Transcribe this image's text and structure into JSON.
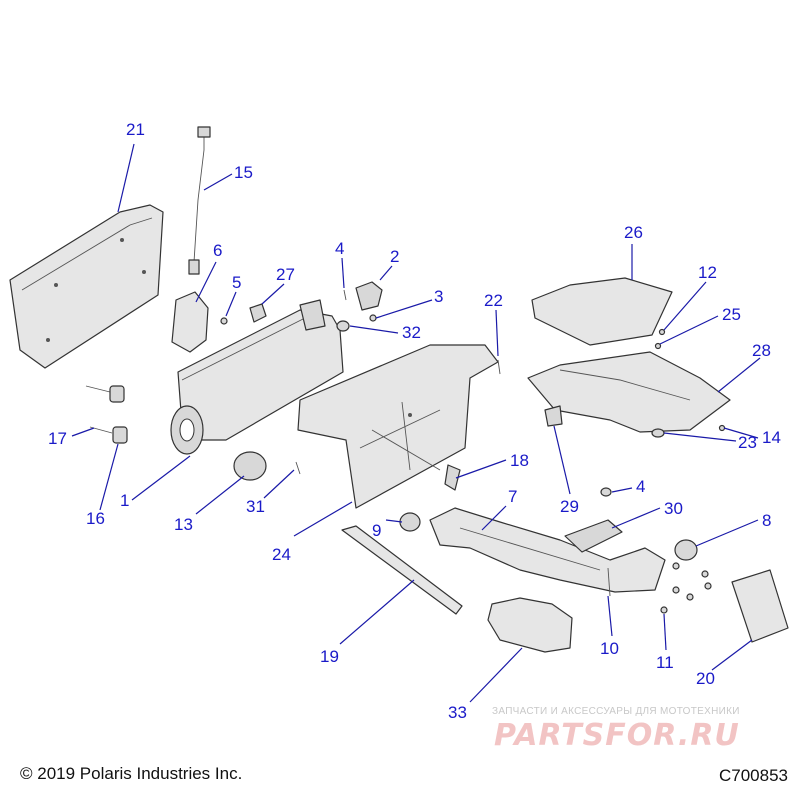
{
  "diagram": {
    "callouts": [
      {
        "id": "c21",
        "label": "21"
      },
      {
        "id": "c15",
        "label": "15"
      },
      {
        "id": "c6",
        "label": "6"
      },
      {
        "id": "c5",
        "label": "5"
      },
      {
        "id": "c27",
        "label": "27"
      },
      {
        "id": "c4a",
        "label": "4"
      },
      {
        "id": "c2",
        "label": "2"
      },
      {
        "id": "c3",
        "label": "3"
      },
      {
        "id": "c32",
        "label": "32"
      },
      {
        "id": "c22",
        "label": "22"
      },
      {
        "id": "c26",
        "label": "26"
      },
      {
        "id": "c12",
        "label": "12"
      },
      {
        "id": "c25",
        "label": "25"
      },
      {
        "id": "c28",
        "label": "28"
      },
      {
        "id": "c14",
        "label": "14"
      },
      {
        "id": "c23",
        "label": "23"
      },
      {
        "id": "c4b",
        "label": "4"
      },
      {
        "id": "c29",
        "label": "29"
      },
      {
        "id": "c30",
        "label": "30"
      },
      {
        "id": "c8",
        "label": "8"
      },
      {
        "id": "c17",
        "label": "17"
      },
      {
        "id": "c16",
        "label": "16"
      },
      {
        "id": "c1",
        "label": "1"
      },
      {
        "id": "c13",
        "label": "13"
      },
      {
        "id": "c31",
        "label": "31"
      },
      {
        "id": "c24",
        "label": "24"
      },
      {
        "id": "c18",
        "label": "18"
      },
      {
        "id": "c9",
        "label": "9"
      },
      {
        "id": "c7",
        "label": "7"
      },
      {
        "id": "c19",
        "label": "19"
      },
      {
        "id": "c10",
        "label": "10"
      },
      {
        "id": "c11",
        "label": "11"
      },
      {
        "id": "c20",
        "label": "20"
      },
      {
        "id": "c33",
        "label": "33"
      }
    ],
    "callout_color": "#1a1ac8",
    "line_color": "#333333"
  },
  "footer": {
    "copyright": "© 2019 Polaris Industries Inc.",
    "drawing_id": "C700853"
  },
  "watermark": {
    "tagline": "ЗАПЧАСТИ И АКСЕССУАРЫ ДЛЯ МОТОТЕХНИКИ",
    "logo": "PARTSFOR.RU"
  }
}
